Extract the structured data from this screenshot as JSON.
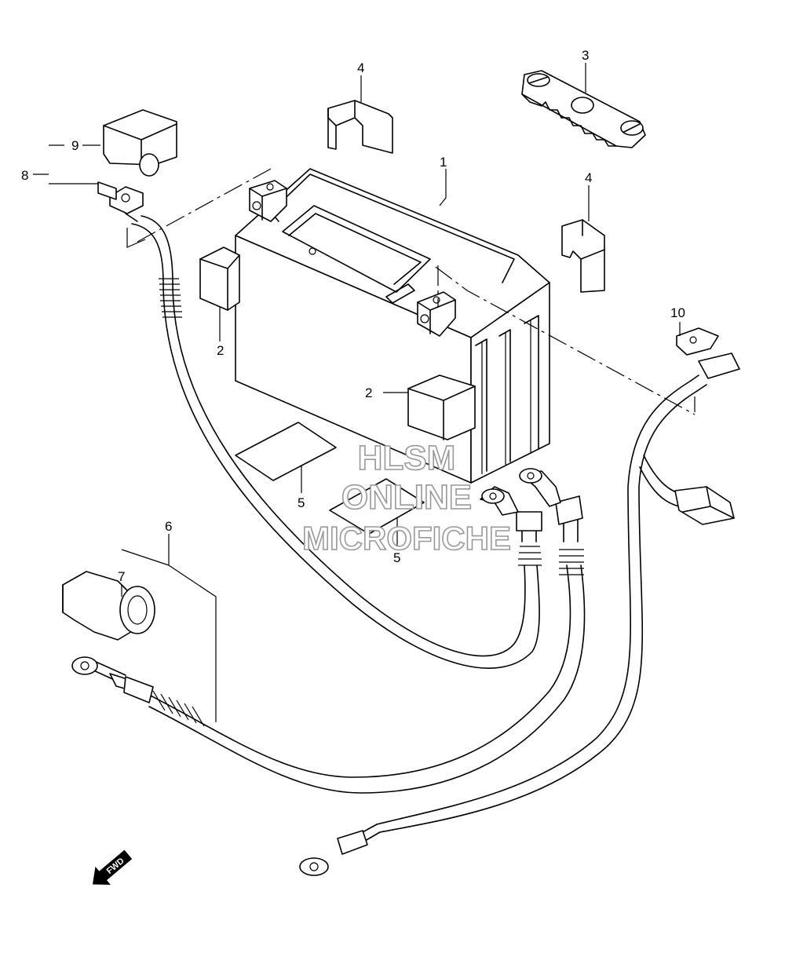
{
  "diagram": {
    "callouts": {
      "c1": "1",
      "c2a": "2",
      "c2b": "2",
      "c3": "3",
      "c4a": "4",
      "c4b": "4",
      "c5a": "5",
      "c5b": "5",
      "c6": "6",
      "c7": "7",
      "c8": "8",
      "c9": "9",
      "c10": "10"
    },
    "watermark": {
      "line1": "HLSM",
      "line2": "ONLINE",
      "line3": "MICROFICHE"
    },
    "direction_arrow": "FWD"
  }
}
